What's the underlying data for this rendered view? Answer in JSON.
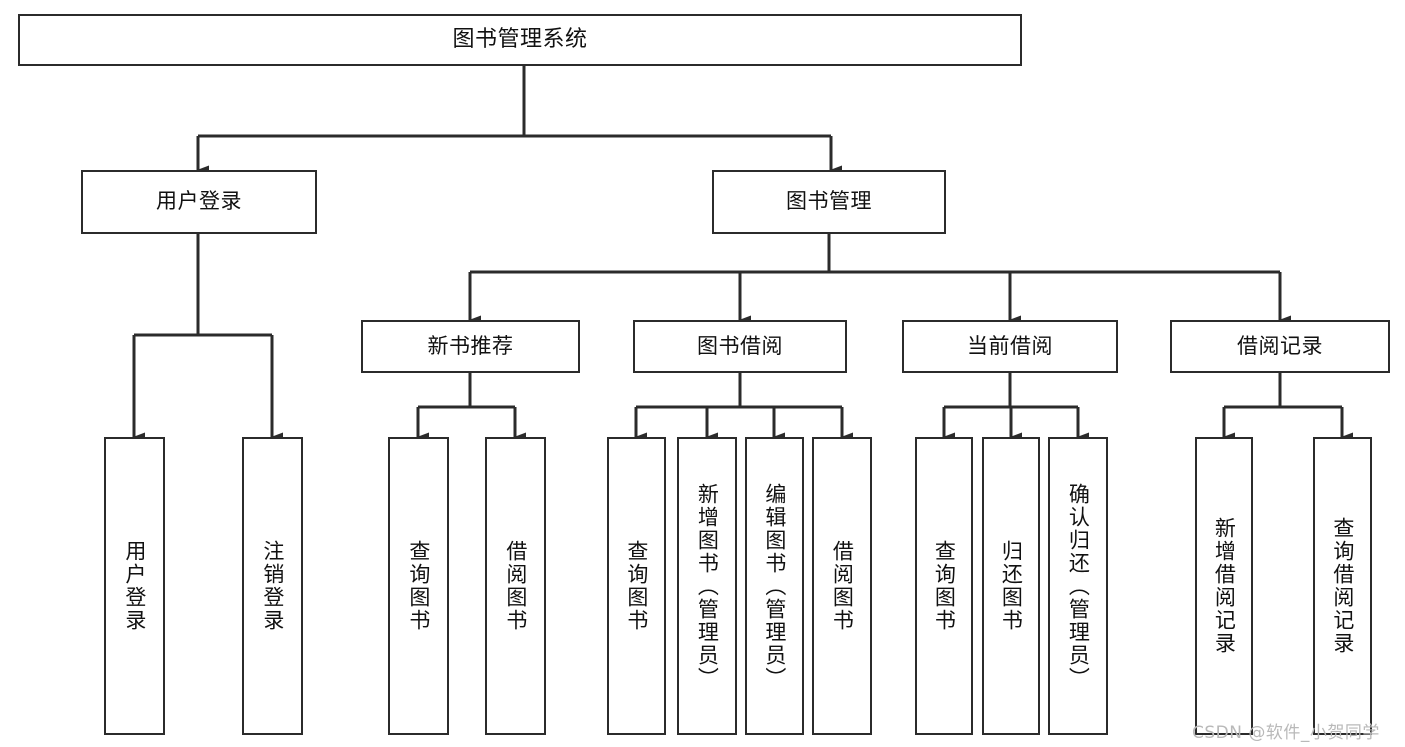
{
  "diagram": {
    "title": "图书管理系统",
    "type": "tree-hierarchy-chart",
    "colors": {
      "box_border": "#2b2b2b",
      "box_fill": "#ffffff",
      "connector": "#2b2b2b",
      "text": "#111111",
      "watermark": "#b9b9b9"
    },
    "root": {
      "label": "图书管理系统"
    },
    "level2": [
      {
        "label": "用户登录"
      },
      {
        "label": "图书管理"
      }
    ],
    "level3": [
      {
        "label": "新书推荐"
      },
      {
        "label": "图书借阅"
      },
      {
        "label": "当前借阅"
      },
      {
        "label": "借阅记录"
      }
    ],
    "leaves": {
      "user_login": [
        {
          "label": "用户登录"
        },
        {
          "label": "注销登录"
        }
      ],
      "new_book_recommend": [
        {
          "label": "查询图书"
        },
        {
          "label": "借阅图书"
        }
      ],
      "book_borrow": [
        {
          "label": "查询图书"
        },
        {
          "label": "新增图书（管理员）"
        },
        {
          "label": "编辑图书（管理员）"
        },
        {
          "label": "借阅图书"
        }
      ],
      "current_borrow": [
        {
          "label": "查询图书"
        },
        {
          "label": "归还图书"
        },
        {
          "label": "确认归还（管理员）"
        }
      ],
      "borrow_record": [
        {
          "label": "新增借阅记录"
        },
        {
          "label": "查询借阅记录"
        }
      ]
    }
  },
  "watermark": {
    "text": "CSDN @软件_小贺同学"
  }
}
